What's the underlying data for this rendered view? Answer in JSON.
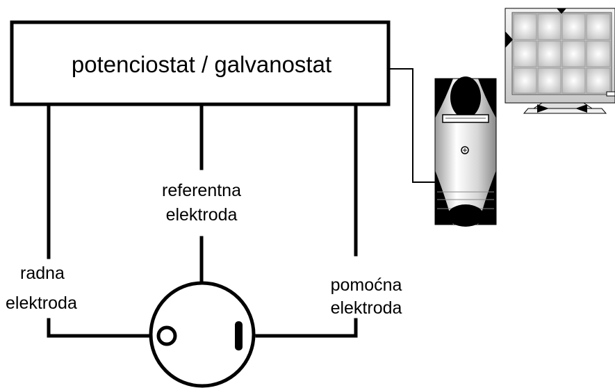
{
  "diagram": {
    "instrument_label": "potenciostat / galvanostat",
    "reference_electrode": {
      "line1": "referentna",
      "line2": "elektroda"
    },
    "working_electrode": {
      "line1": "radna",
      "line2": "elektroda"
    },
    "counter_electrode": {
      "line1": "pomoćna",
      "line2": "elektroda"
    }
  },
  "icons": {
    "computer_tower": "pc-tower-icon",
    "monitor": "monitor-icon"
  }
}
